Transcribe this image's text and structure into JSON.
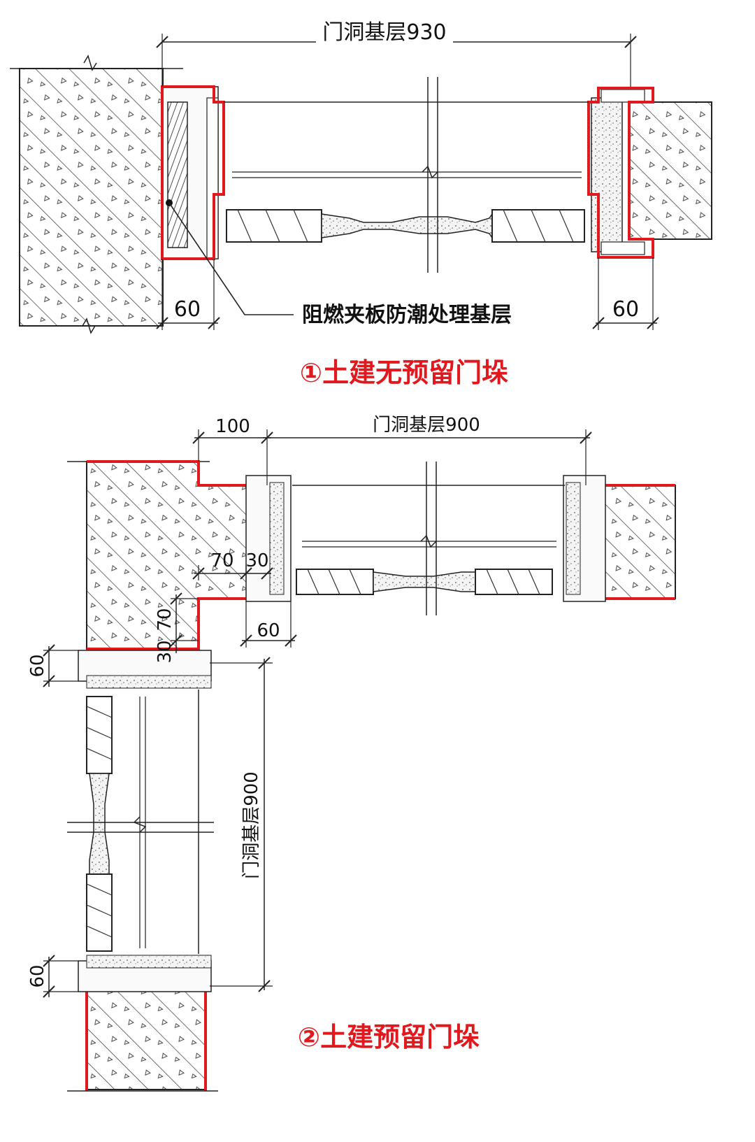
{
  "colors": {
    "outline": "#e0191f",
    "ink": "#111111",
    "caption": "#e0191f",
    "paper": "#ffffff"
  },
  "diagram1": {
    "opening_dim": "门洞基层930",
    "left_dim": "60",
    "right_dim": "60",
    "note": "阻燃夹板防潮处理基层",
    "caption": "①土建无预留门垛"
  },
  "diagram2": {
    "offset_dim": "100",
    "opening_dim": "门洞基层900",
    "dim_70_h": "70",
    "dim_30_h": "30",
    "dim_70_v": "70",
    "dim_30_v": "30",
    "frame_dim": "60",
    "left_top_dim": "60",
    "left_bottom_dim": "60",
    "vertical_opening_dim": "门洞基层900",
    "caption": "②土建预留门垛"
  }
}
